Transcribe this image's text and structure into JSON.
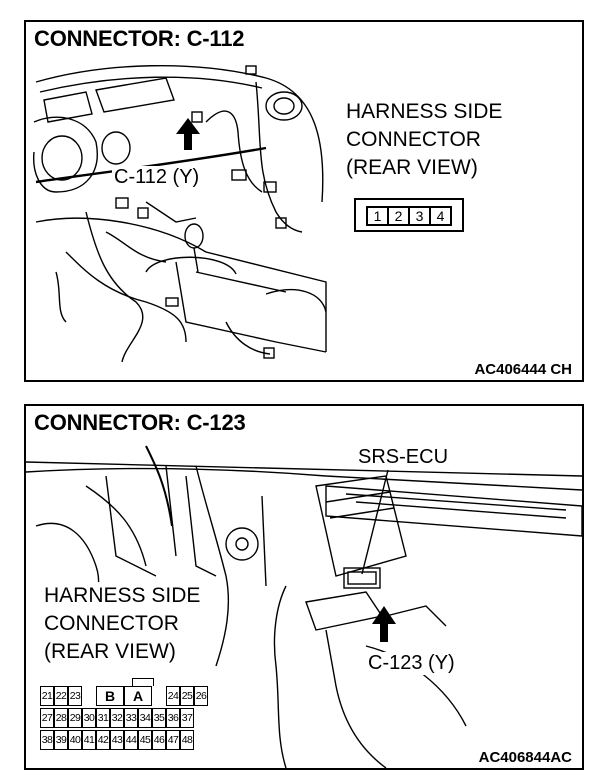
{
  "panel1": {
    "title": "CONNECTOR: C-112",
    "note_line1": "HARNESS SIDE",
    "note_line2": "CONNECTOR",
    "note_line3": "(REAR VIEW)",
    "callout": "C-112 (Y)",
    "pins": [
      "1",
      "2",
      "3",
      "4"
    ],
    "figure_code": "AC406444 CH"
  },
  "panel2": {
    "title": "CONNECTOR: C-123",
    "ecu_label": "SRS-ECU",
    "note_line1": "HARNESS SIDE",
    "note_line2": "CONNECTOR",
    "note_line3": "(REAR VIEW)",
    "callout": "C-123 (Y)",
    "row1_left": [
      "21",
      "22",
      "23"
    ],
    "key_b": "B",
    "key_a": "A",
    "row1_right": [
      "24",
      "25",
      "26"
    ],
    "row2": [
      "27",
      "28",
      "29",
      "30",
      "31",
      "32",
      "33",
      "34",
      "35",
      "36",
      "37"
    ],
    "row3": [
      "38",
      "39",
      "40",
      "41",
      "42",
      "43",
      "44",
      "45",
      "46",
      "47",
      "48"
    ],
    "figure_code": "AC406844AC"
  }
}
